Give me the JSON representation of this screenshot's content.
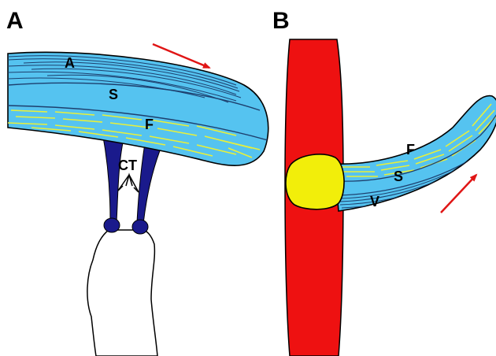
{
  "panel_a": {
    "letter": "A",
    "labels": {
      "top_layer": "A",
      "middle_layer": "S",
      "bottom_layer": "F",
      "connector": "CT"
    }
  },
  "panel_b": {
    "letter": "B",
    "labels": {
      "top_layer": "F",
      "middle_layer": "S",
      "bottom_layer": "V"
    }
  },
  "colors": {
    "tissue_blue": "#55c3f0",
    "outline": "#000000",
    "dark_fibers": "#1d3f6e",
    "yellow_fibers": "#e8f03a",
    "connector_navy": "#1a1a8c",
    "vessel_red": "#ee1111",
    "nodule_yellow": "#f2ee0a",
    "arrow_red": "#e01515"
  }
}
